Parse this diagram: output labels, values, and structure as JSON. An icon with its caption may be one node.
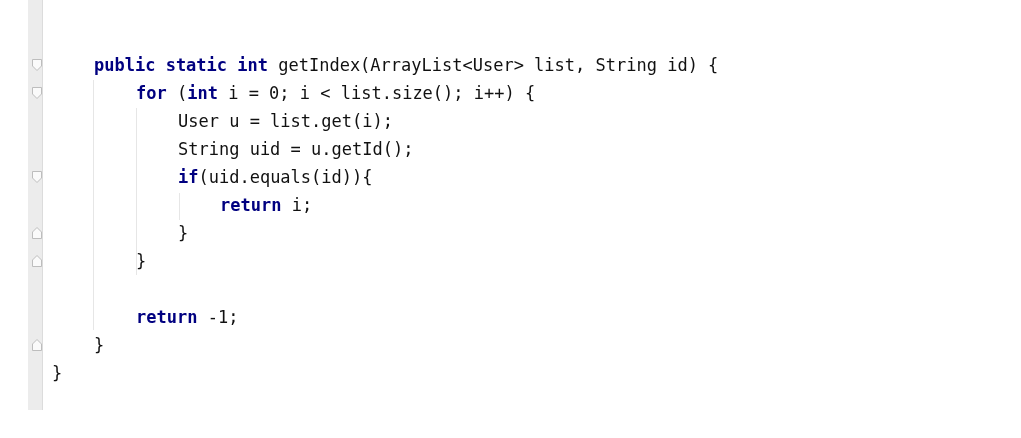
{
  "diagram": {
    "labels": [
      "**public static int** getIndex(ArrayList<User> list, String id) {",
      "**for** (**int** i = 0; i < list.size(); i++) {",
      "User u = list.get(i);",
      "String uid = u.getId();",
      "**if**(uid.equals(id)){",
      "**return** i;",
      "}",
      "}",
      "**return** -1;",
      "}",
      "}"
    ]
  }
}
